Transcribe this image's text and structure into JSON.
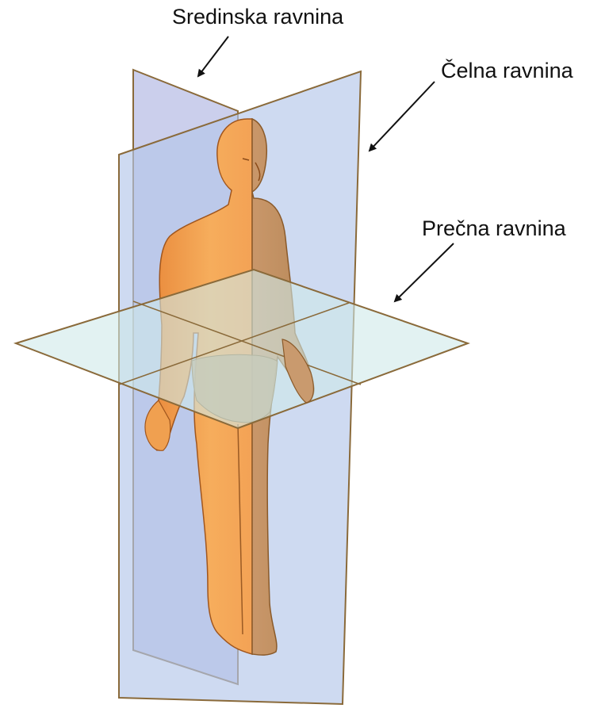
{
  "labels": {
    "median": "Sredinska ravnina",
    "frontal": "Čelna ravnina",
    "transverse": "Prečna ravnina"
  },
  "colors": {
    "median_plane": "#b9bfe6",
    "frontal_plane": "#b3c6ea",
    "transverse_plane": "#cfe9ea",
    "plane_edge": "#8a6a3a",
    "body_light": "#f4a24d",
    "body_shadow": "#c99260",
    "arrow": "#111111"
  }
}
